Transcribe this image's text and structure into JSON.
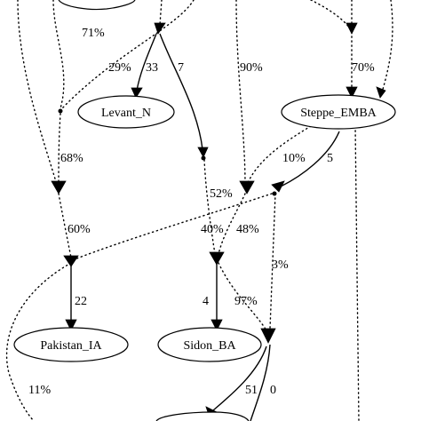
{
  "nodes": {
    "levant_n": "Levant_N",
    "steppe_emba": "Steppe_EMBA",
    "pakistan_ia": "Pakistan_IA",
    "sidon_ba": "Sidon_BA"
  },
  "edge_labels": {
    "pct_71": "71%",
    "pct_29": "29%",
    "w_33": "33",
    "w_7": "7",
    "pct_90": "90%",
    "pct_70": "70%",
    "pct_68": "68%",
    "pct_10": "10%",
    "w_5": "5",
    "pct_52": "52%",
    "pct_60": "60%",
    "pct_40": "40%",
    "pct_48": "48%",
    "pct_3": "3%",
    "w_22": "22",
    "w_4": "4",
    "pct_97": "97%",
    "pct_11": "11%",
    "w_51": "51",
    "w_0": "0"
  }
}
